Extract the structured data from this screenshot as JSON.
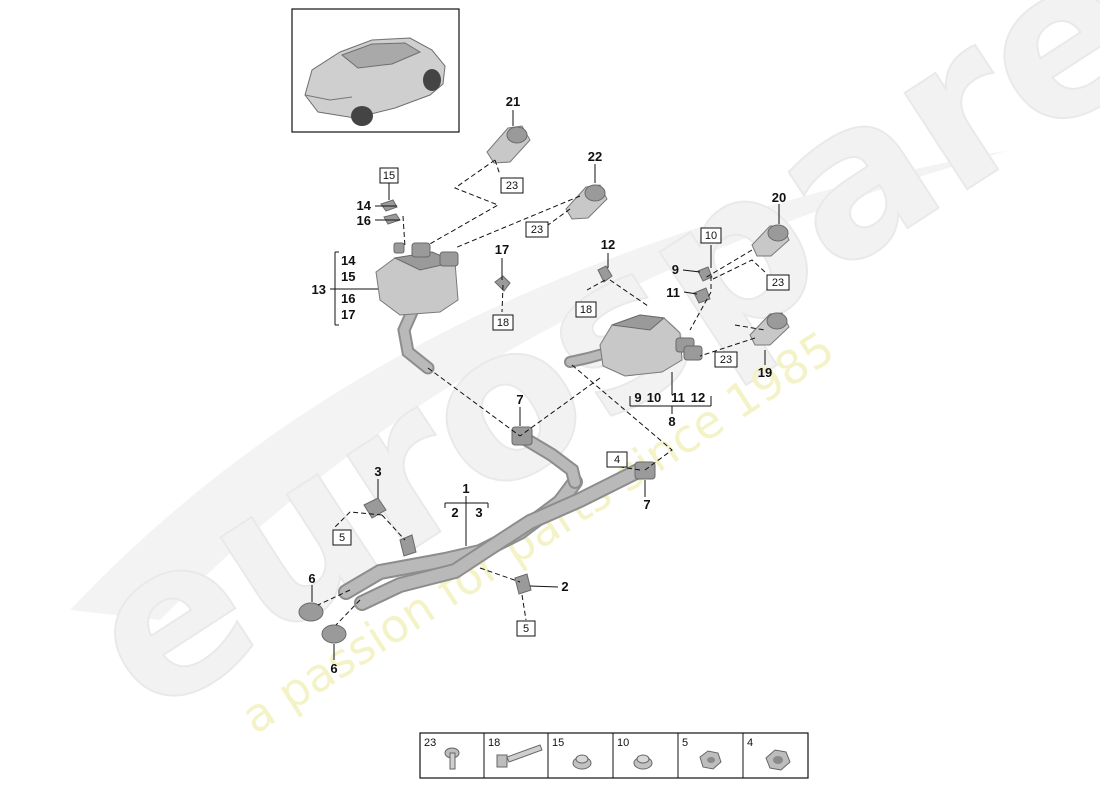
{
  "watermark": {
    "brand": "eurospares",
    "tagline": "a passion for parts since 1985"
  },
  "callouts": {
    "c1": "1",
    "c2": "2",
    "c2b": "2",
    "c3": "3",
    "c3b": "3",
    "c6a": "6",
    "c6b": "6",
    "c7a": "7",
    "c7b": "7",
    "c8": "8",
    "c9": "9",
    "c9b": "9",
    "c10b": "10",
    "c11": "11",
    "c11b": "11",
    "c12": "12",
    "c12b": "12",
    "c13": "13",
    "c14": "14",
    "c14b": "14",
    "c15b": "15",
    "c16": "16",
    "c16b": "16",
    "c17": "17",
    "c17b": "17",
    "c19": "19",
    "c20": "20",
    "c21": "21",
    "c22": "22"
  },
  "boxed_refs": {
    "b15": "15",
    "b18a": "18",
    "b18b": "18",
    "b10": "10",
    "b23a": "23",
    "b23b": "23",
    "b23c": "23",
    "b23d": "23",
    "b4": "4",
    "b5a": "5",
    "b5b": "5"
  },
  "legend": {
    "items": [
      {
        "number": "23",
        "icon": "bolt-short-icon"
      },
      {
        "number": "18",
        "icon": "bolt-long-icon"
      },
      {
        "number": "15",
        "icon": "nut-flanged-icon"
      },
      {
        "number": "10",
        "icon": "nut-flanged-icon"
      },
      {
        "number": "5",
        "icon": "nut-hex-icon"
      },
      {
        "number": "4",
        "icon": "nut-hex-large-icon"
      }
    ]
  }
}
